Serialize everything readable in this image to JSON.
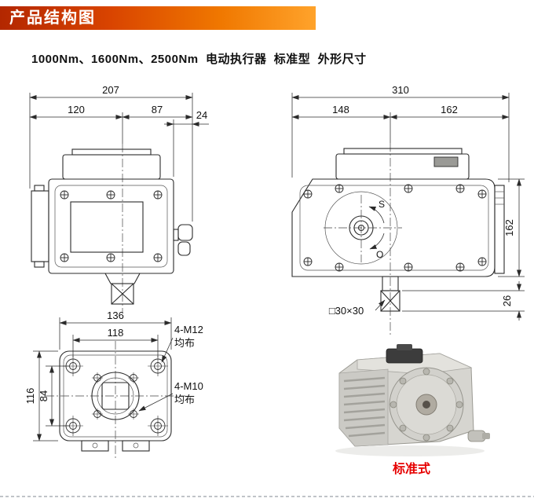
{
  "header": {
    "title": "产品结构图"
  },
  "subtitle": "1000Nm、1600Nm、2500Nm  电动执行器  标准型  外形尺寸",
  "front_view": {
    "dim_total_width": "207",
    "dim_left_of_center": "120",
    "dim_right_of_center": "87",
    "dim_connector_depth": "24"
  },
  "side_view": {
    "dim_total_length": "310",
    "dim_left_of_center": "148",
    "dim_right_of_center": "162",
    "dim_body_height": "162",
    "dim_stem_height": "26",
    "stem_section_label": "□30×30",
    "mark_shut": "S",
    "mark_open": "O"
  },
  "bottom_view": {
    "dim_flange_width": "136",
    "dim_bolt_span_width": "118",
    "dim_flange_height": "116",
    "dim_bolt_span_height": "84",
    "bolt_spec_outer": "4-M12",
    "bolt_spec_outer_note": "均布",
    "bolt_spec_inner": "4-M10",
    "bolt_spec_inner_note": "均布"
  },
  "photo": {
    "caption": "标准式"
  }
}
